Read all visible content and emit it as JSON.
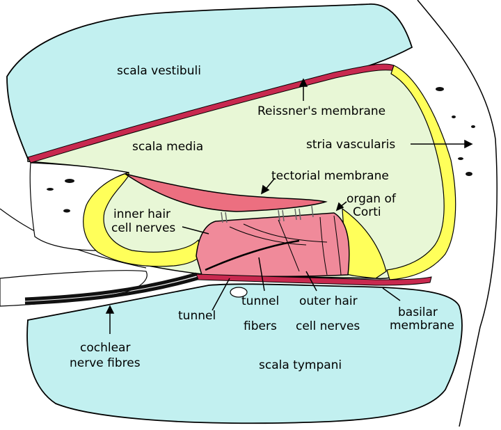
{
  "labels": {
    "scala_vestibuli": "scala vestibuli",
    "reissners_membrane": "Reissner's membrane",
    "scala_media": "scala media",
    "stria_vascularis": "stria vascularis",
    "tectorial_membrane": "tectorial membrane",
    "organ_of_corti": [
      "organ of",
      "Corti"
    ],
    "inner_hair_cell_nerves": [
      "inner hair",
      "cell nerves"
    ],
    "tunnel": "tunnel",
    "tunnel_fibers": [
      "tunnel",
      "fibers"
    ],
    "outer_hair_cell_nerves": [
      "outer hair",
      "cell nerves"
    ],
    "basilar_membrane": [
      "basilar",
      "membrane"
    ],
    "cochlear_nerve_fibres": [
      "cochlear",
      "nerve fibres"
    ],
    "scala_tympani": "scala tympani"
  },
  "colors": {
    "scala_fluid": "#c2f0f0",
    "scala_media": "#e8f7d6",
    "membrane": "#c8294f",
    "tectorial": "#ec6f80",
    "organ_of_corti": "#f08a9a",
    "stria_cells": "#ffff5a",
    "outline": "#000000"
  }
}
